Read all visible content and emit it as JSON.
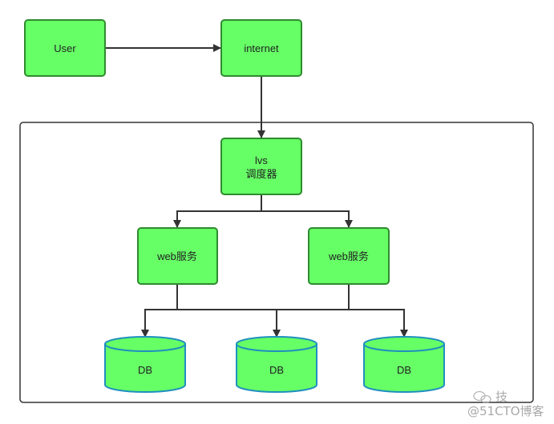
{
  "nodes": {
    "user": "User",
    "internet": "internet",
    "lvs_line1": "lvs",
    "lvs_line2": "调度器",
    "web1": "web服务",
    "web2": "web服务",
    "db1": "DB",
    "db2": "DB",
    "db3": "DB"
  },
  "watermark": {
    "line1": "技",
    "line2": "@51CTO博客"
  },
  "colors": {
    "node_fill": "#66ff66",
    "node_stroke": "#2e8b2e",
    "db_stroke": "#1f8fbf",
    "edge": "#333333"
  }
}
